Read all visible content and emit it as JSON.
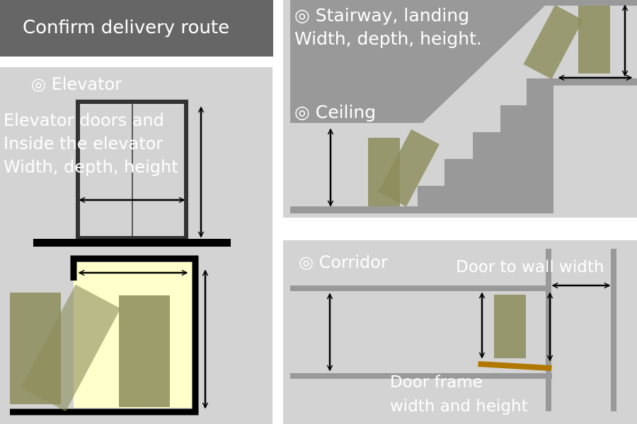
{
  "header": {
    "title": "Confirm delivery route"
  },
  "elevator": {
    "heading": "◎ Elevator",
    "label_lines": [
      "Elevator doors and",
      "Inside the elevator",
      "Width, depth, height"
    ]
  },
  "stairway": {
    "heading_lines": [
      "◎ Stairway, landing",
      "Width, depth, height."
    ],
    "ceiling_label": "◎ Ceiling"
  },
  "corridor": {
    "heading": "◎ Corridor",
    "door_to_wall_label": "Door to wall width",
    "door_frame_lines": [
      "Door frame",
      "width and height"
    ]
  },
  "colors": {
    "panel": "#d3d3d3",
    "header": "#666666",
    "stair": "#999999",
    "olive": "#8c8c5a",
    "elevator_interior": "#ffffcc",
    "door_frame": "#b07800",
    "arrow": "#000000"
  }
}
